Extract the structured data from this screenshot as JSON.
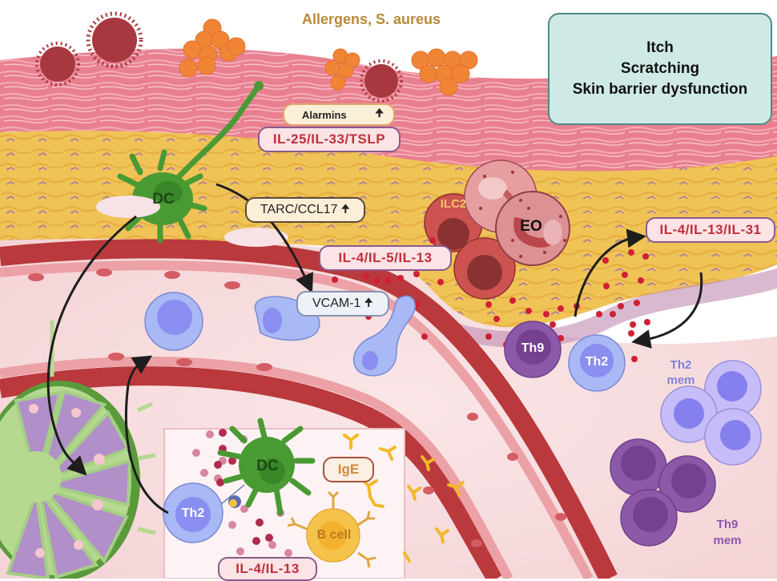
{
  "title": "Allergens, S. aureus",
  "outcome_box": {
    "lines": [
      "Itch",
      "Scratching",
      "Skin barrier dysfunction"
    ]
  },
  "markers": {
    "alarmins": "Alarmins",
    "tarc": "TARC/CCL17",
    "vcam": "VCAM-1",
    "up_arrow": "🠉"
  },
  "cytokines": {
    "epithelial": "IL-25/IL-33/TSLP",
    "ilc2": "IL-4/IL-5/IL-13",
    "th2_tissue": "IL-4/IL-13/IL-31",
    "lymph": "IL-4/IL-13"
  },
  "cells": {
    "dc_top": "DC",
    "dc_lymph": "DC",
    "ilc2": "ILC2",
    "eo": "EO",
    "th9": "Th9",
    "th2_tissue": "Th2",
    "th2_lymph": "Th2",
    "th2_mem": "Th2\nmem",
    "th9_mem": "Th9\nmem",
    "b_cell": "B cell",
    "ige": "IgE"
  },
  "colors": {
    "title": "#b88a3a",
    "outcome_bg": "#cfeae6",
    "outcome_border": "#4f8a86",
    "epidermis_pink": "#e9808f",
    "dermis_yellow": "#f2c65a",
    "vessel_red": "#b9393c",
    "tissue_pink": "#f7dfe0",
    "dc_green": "#4a9a34",
    "th2_blue": "#a8b9f5",
    "th9_purple": "#8c58a8",
    "cytokine_red": "#c0303a"
  }
}
